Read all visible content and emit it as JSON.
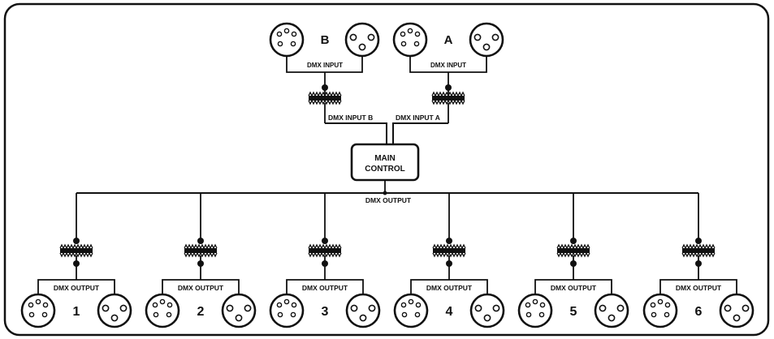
{
  "input_section": {
    "connectors": [
      {
        "letter": "B",
        "cable_label": "DMX INPUT",
        "line_label": "DMX INPUT B"
      },
      {
        "letter": "A",
        "cable_label": "DMX INPUT",
        "line_label": "DMX INPUT  A"
      }
    ]
  },
  "main_control": {
    "line1": "MAIN",
    "line2": "CONTROL"
  },
  "bus_label": "DMX OUTPUT",
  "outputs": [
    {
      "number": "1",
      "label": "DMX OUTPUT"
    },
    {
      "number": "2",
      "label": "DMX OUTPUT"
    },
    {
      "number": "3",
      "label": "DMX OUTPUT"
    },
    {
      "number": "4",
      "label": "DMX OUTPUT"
    },
    {
      "number": "5",
      "label": "DMX OUTPUT"
    },
    {
      "number": "6",
      "label": "DMX OUTPUT"
    }
  ]
}
